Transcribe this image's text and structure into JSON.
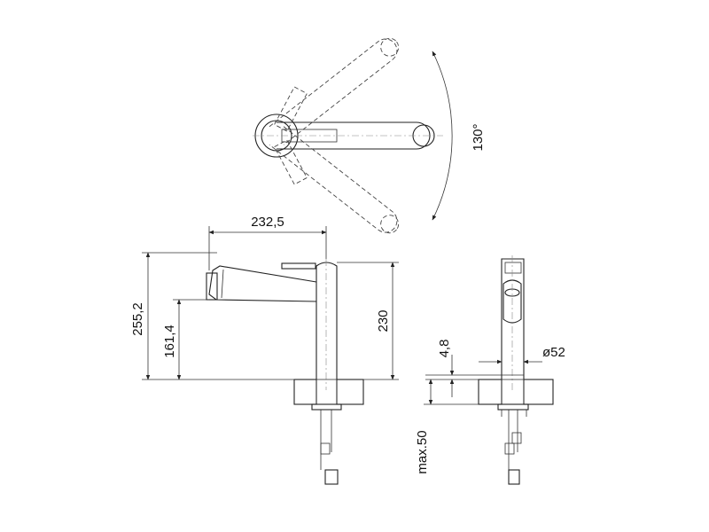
{
  "colors": {
    "line": "#222222",
    "background": "#ffffff"
  },
  "dimensions": {
    "swivel_angle": "130°",
    "spout_reach": "232,5",
    "total_height": "255,2",
    "spout_height": "161,4",
    "body_height": "230",
    "base_thickness": "4,8",
    "base_diameter": "ø52",
    "max_countertop": "max.50"
  }
}
